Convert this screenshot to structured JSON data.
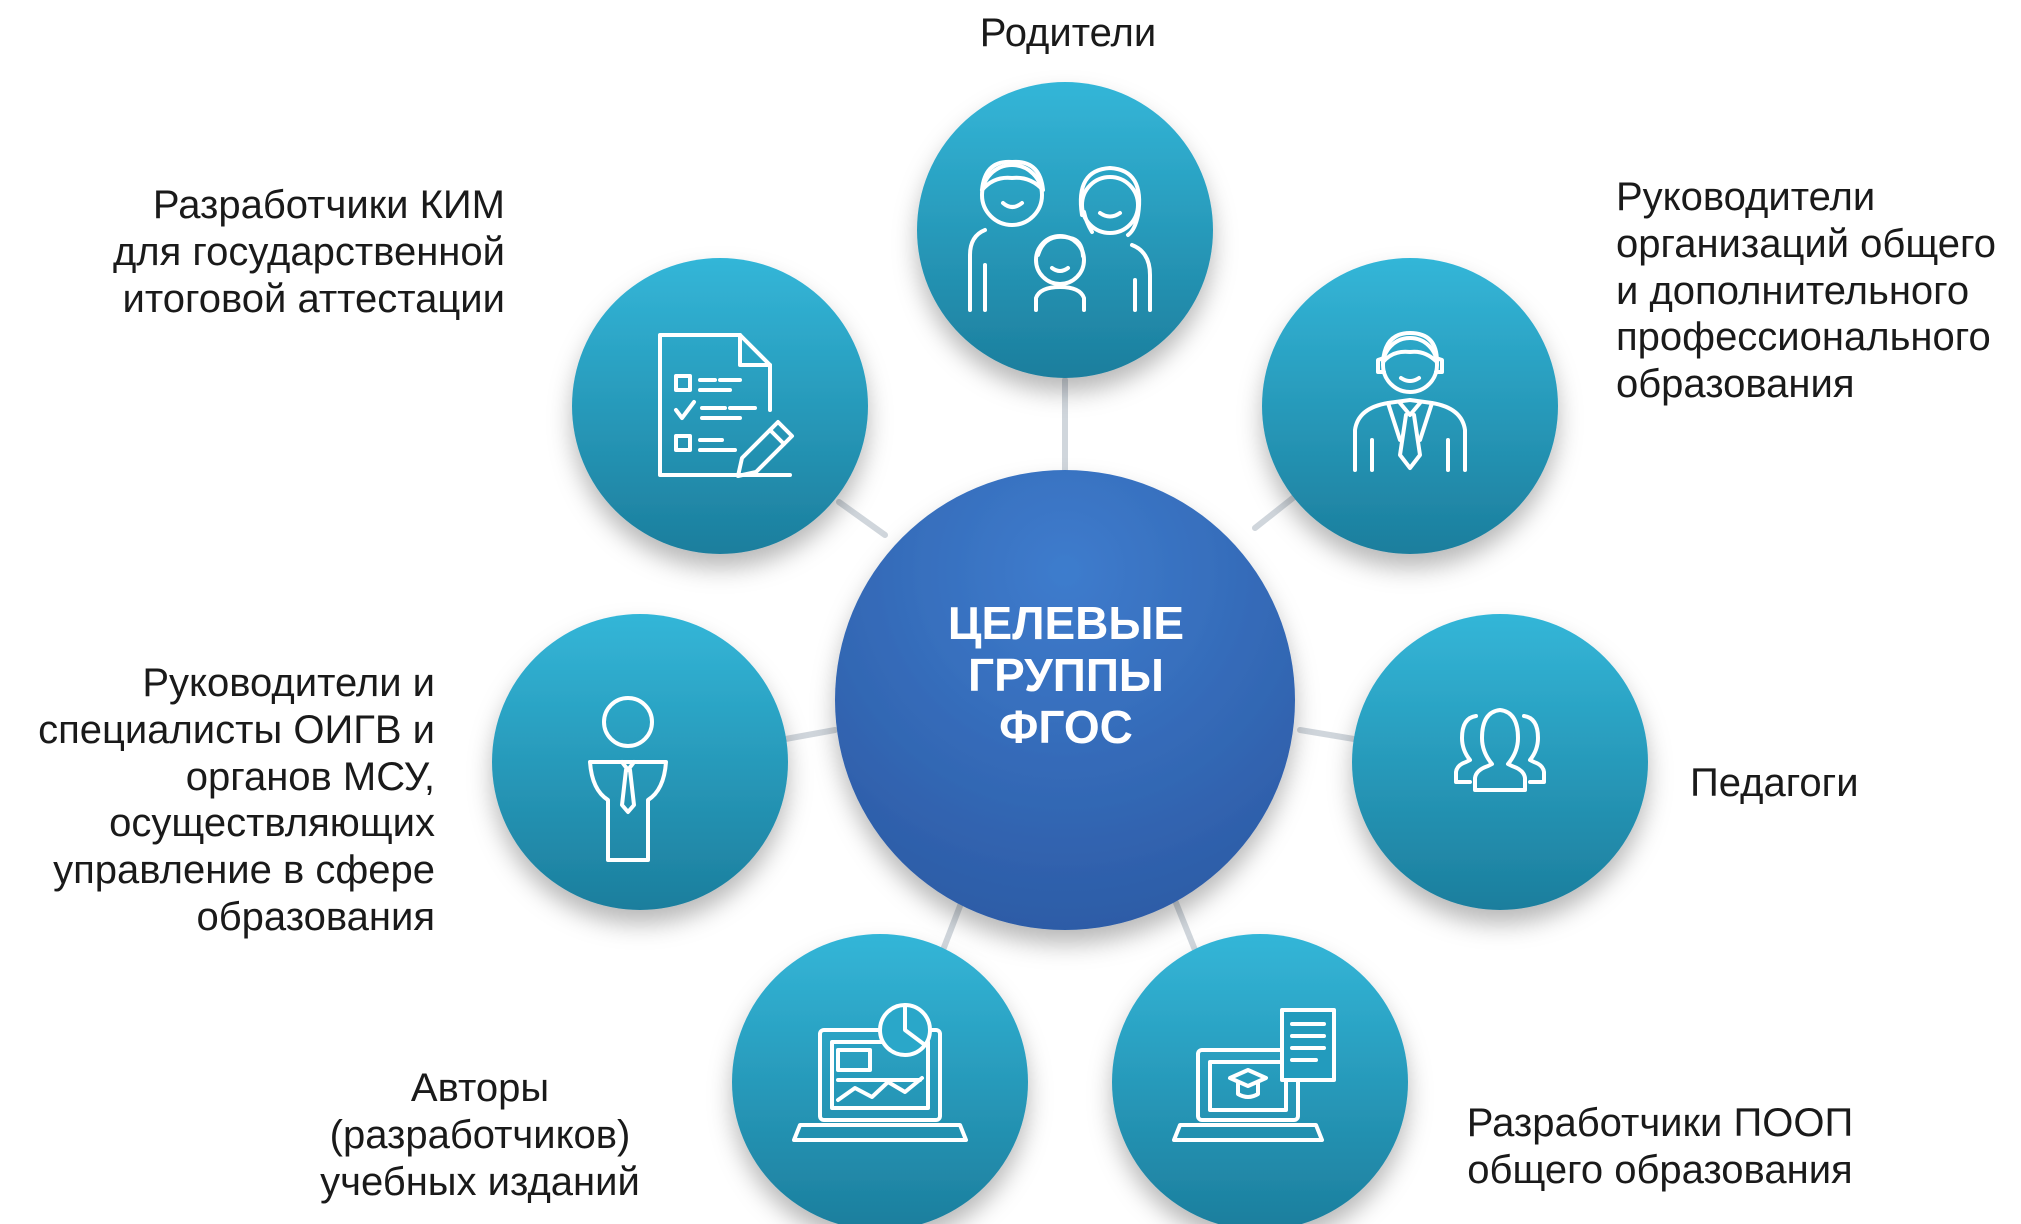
{
  "diagram": {
    "center_label": "ЦЕЛЕВЫЕ\nГРУППЫ\nФГОС",
    "colors": {
      "center_top": "#3e7ccd",
      "center_bottom": "#2b59a3",
      "node_top": "#33b6d8",
      "node_bottom": "#1c7e9d",
      "connector": "#d0d6dc",
      "icon_stroke": "#ffffff",
      "text": "#1a1a1a"
    },
    "groups": [
      {
        "id": "parents",
        "label": "Родители",
        "icon": "family-icon"
      },
      {
        "id": "org-heads",
        "label": "Руководители\nорганизаций общего\nи дополнительного\nпрофессионального\nобразования",
        "icon": "manager-tie-icon"
      },
      {
        "id": "teachers",
        "label": "Педагоги",
        "icon": "people-group-icon"
      },
      {
        "id": "poop-developers",
        "label": "Разработчики ПООП\nобщего образования",
        "icon": "laptop-graduation-cap-icon"
      },
      {
        "id": "textbook-authors",
        "label": "Авторы\n(разработчиков)\nучебных изданий",
        "icon": "laptop-analytics-icon"
      },
      {
        "id": "oigv-heads",
        "label": "Руководители и\nспециалисты ОИГВ и\nорганов МСУ,\nосуществляющих\nуправление в сфере\nобразования",
        "icon": "official-person-icon"
      },
      {
        "id": "kim-developers",
        "label": "Разработчики КИМ\nдля государственной\nитоговой аттестации",
        "icon": "checklist-document-icon"
      }
    ]
  }
}
